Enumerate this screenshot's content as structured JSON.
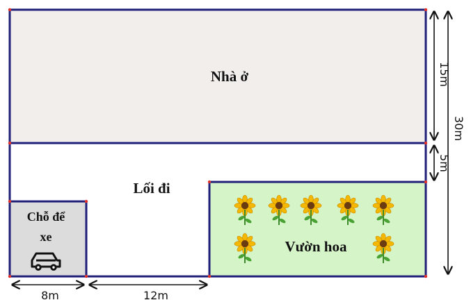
{
  "regions": {
    "house": {
      "label": "Nhà ở",
      "fill": "#f2eeec"
    },
    "walkway": {
      "label": "Lối đi",
      "fill": "#ffffff"
    },
    "parking": {
      "label_line1": "Chỗ để",
      "label_line2": "xe",
      "fill": "#dcdcdc",
      "icon": "car-icon"
    },
    "garden": {
      "label": "Vườn hoa",
      "fill": "#d5f5c8",
      "icon": "sunflower-icon"
    }
  },
  "dimensions": {
    "house_height": "15m",
    "walkway_height": "5m",
    "total_height": "30m",
    "parking_width": "8m",
    "gap_width": "12m"
  },
  "colors": {
    "border": "#1f1f7a",
    "corner": "#e0302a",
    "arrow": "#111111"
  }
}
